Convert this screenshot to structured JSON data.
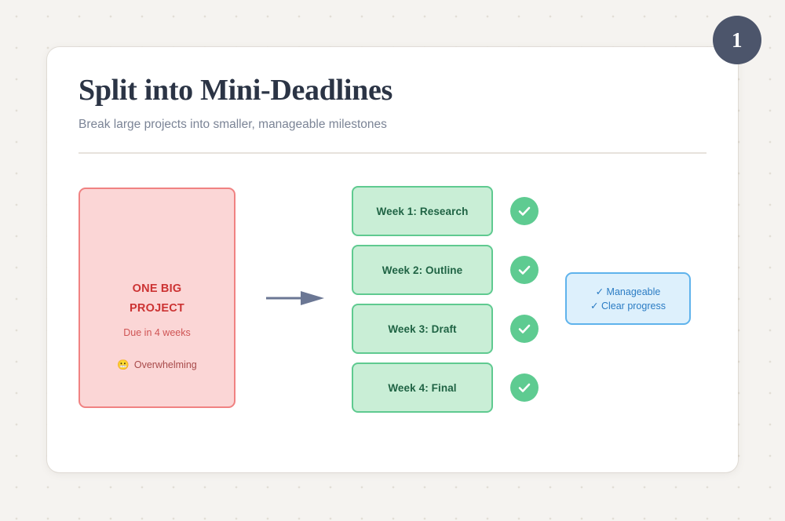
{
  "header": {
    "title": "Split into Mini-Deadlines",
    "subtitle": "Break large projects into smaller, manageable milestones",
    "step_badge": "1"
  },
  "big_project": {
    "title_line1": "ONE BIG",
    "title_line2": "PROJECT",
    "due": "Due in 4 weeks",
    "feeling": "Overwhelming",
    "feeling_icon": "worried-face-emoji",
    "border_color": "#f08282",
    "fill_color": "#fbd6d6",
    "text_color": "#cc3333"
  },
  "arrow": {
    "icon": "right-arrow-icon",
    "color": "#6b7794"
  },
  "weeks": [
    {
      "label": "Week 1: Research",
      "status_icon": "check-circle-icon",
      "done": true
    },
    {
      "label": "Week 2: Outline",
      "status_icon": "check-circle-icon",
      "done": true
    },
    {
      "label": "Week 3: Draft",
      "status_icon": "check-circle-icon",
      "done": true
    },
    {
      "label": "Week 4: Final",
      "status_icon": "check-circle-icon",
      "done": true
    }
  ],
  "week_style": {
    "border_color": "#5fca90",
    "fill_color": "#c9eed6",
    "text_color": "#1f6344",
    "check_color": "#5ecb91"
  },
  "benefits": {
    "items": [
      "✓ Manageable",
      "✓ Clear progress"
    ],
    "border_color": "#5fb3ec",
    "fill_color": "#ddf0fc",
    "text_color": "#2b7cc4"
  },
  "theme": {
    "page_background": "#f5f3f0",
    "card_background": "#ffffff",
    "badge_color": "#4c556b",
    "title_color": "#2b3445",
    "subtitle_color": "#7b8496"
  }
}
